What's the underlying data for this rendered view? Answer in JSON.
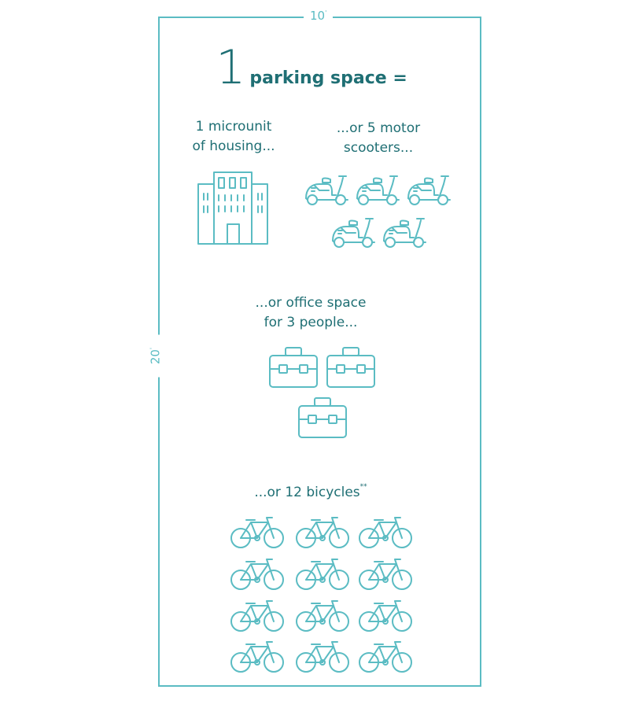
{
  "dimensions": {
    "width_label": "10",
    "height_label": "20",
    "footnote_mark": "'"
  },
  "headline": {
    "number": "1",
    "text": "parking space ="
  },
  "items": {
    "housing": {
      "line1": "1 microunit",
      "line2": "of housing..."
    },
    "scooters": {
      "line1": "...or 5 motor",
      "line2": "scooters...",
      "count": 5
    },
    "office": {
      "line1": "...or office space",
      "line2": "for 3 people...",
      "count": 3
    },
    "bicycles": {
      "text": "...or 12 bicycles",
      "footnote_mark": "**",
      "count": 12
    }
  },
  "colors": {
    "frame": "#5bbcc3",
    "text": "#1f6f74",
    "icon": "#5bbcc3"
  },
  "icons": [
    "building-icon",
    "scooter-icon",
    "briefcase-icon",
    "bicycle-icon"
  ]
}
